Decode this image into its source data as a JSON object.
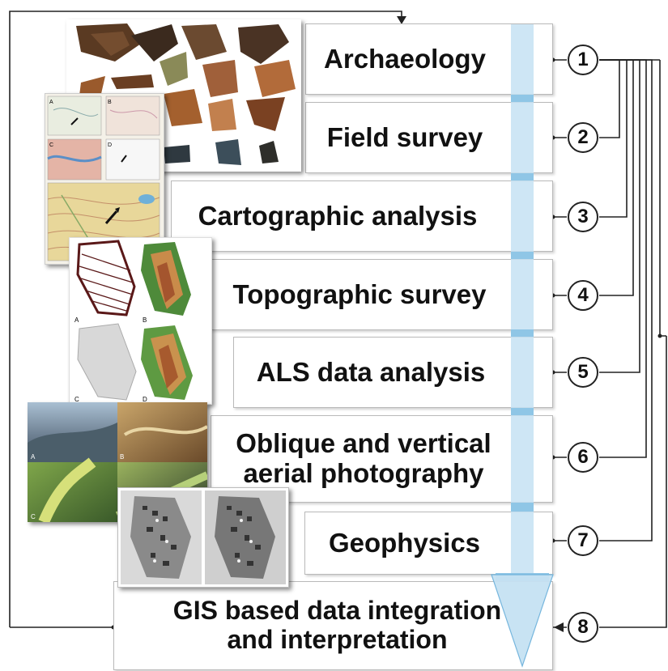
{
  "steps": [
    {
      "num": "1",
      "label": "Archaeology"
    },
    {
      "num": "2",
      "label": "Field survey"
    },
    {
      "num": "3",
      "label": "Cartographic analysis"
    },
    {
      "num": "4",
      "label": "Topographic survey"
    },
    {
      "num": "5",
      "label": "ALS data analysis"
    },
    {
      "num": "6",
      "label": "Oblique and vertical\naerial photography"
    },
    {
      "num": "7",
      "label": "Geophysics"
    },
    {
      "num": "8",
      "label": "GIS based data integration\nand interpretation"
    }
  ],
  "thumbs": {
    "maps": {
      "a": "A",
      "b": "B",
      "c": "C",
      "d": "D"
    },
    "topo": {
      "a": "A",
      "b": "B",
      "c": "C",
      "d": "D"
    },
    "aerial": {
      "a": "A",
      "b": "B",
      "c": "C"
    }
  },
  "colors": {
    "flow_arrow": "#c6e2f3",
    "flow_arrow_edge": "#6fb3dc",
    "box_border": "#b9b9b9",
    "connector": "#222222"
  }
}
